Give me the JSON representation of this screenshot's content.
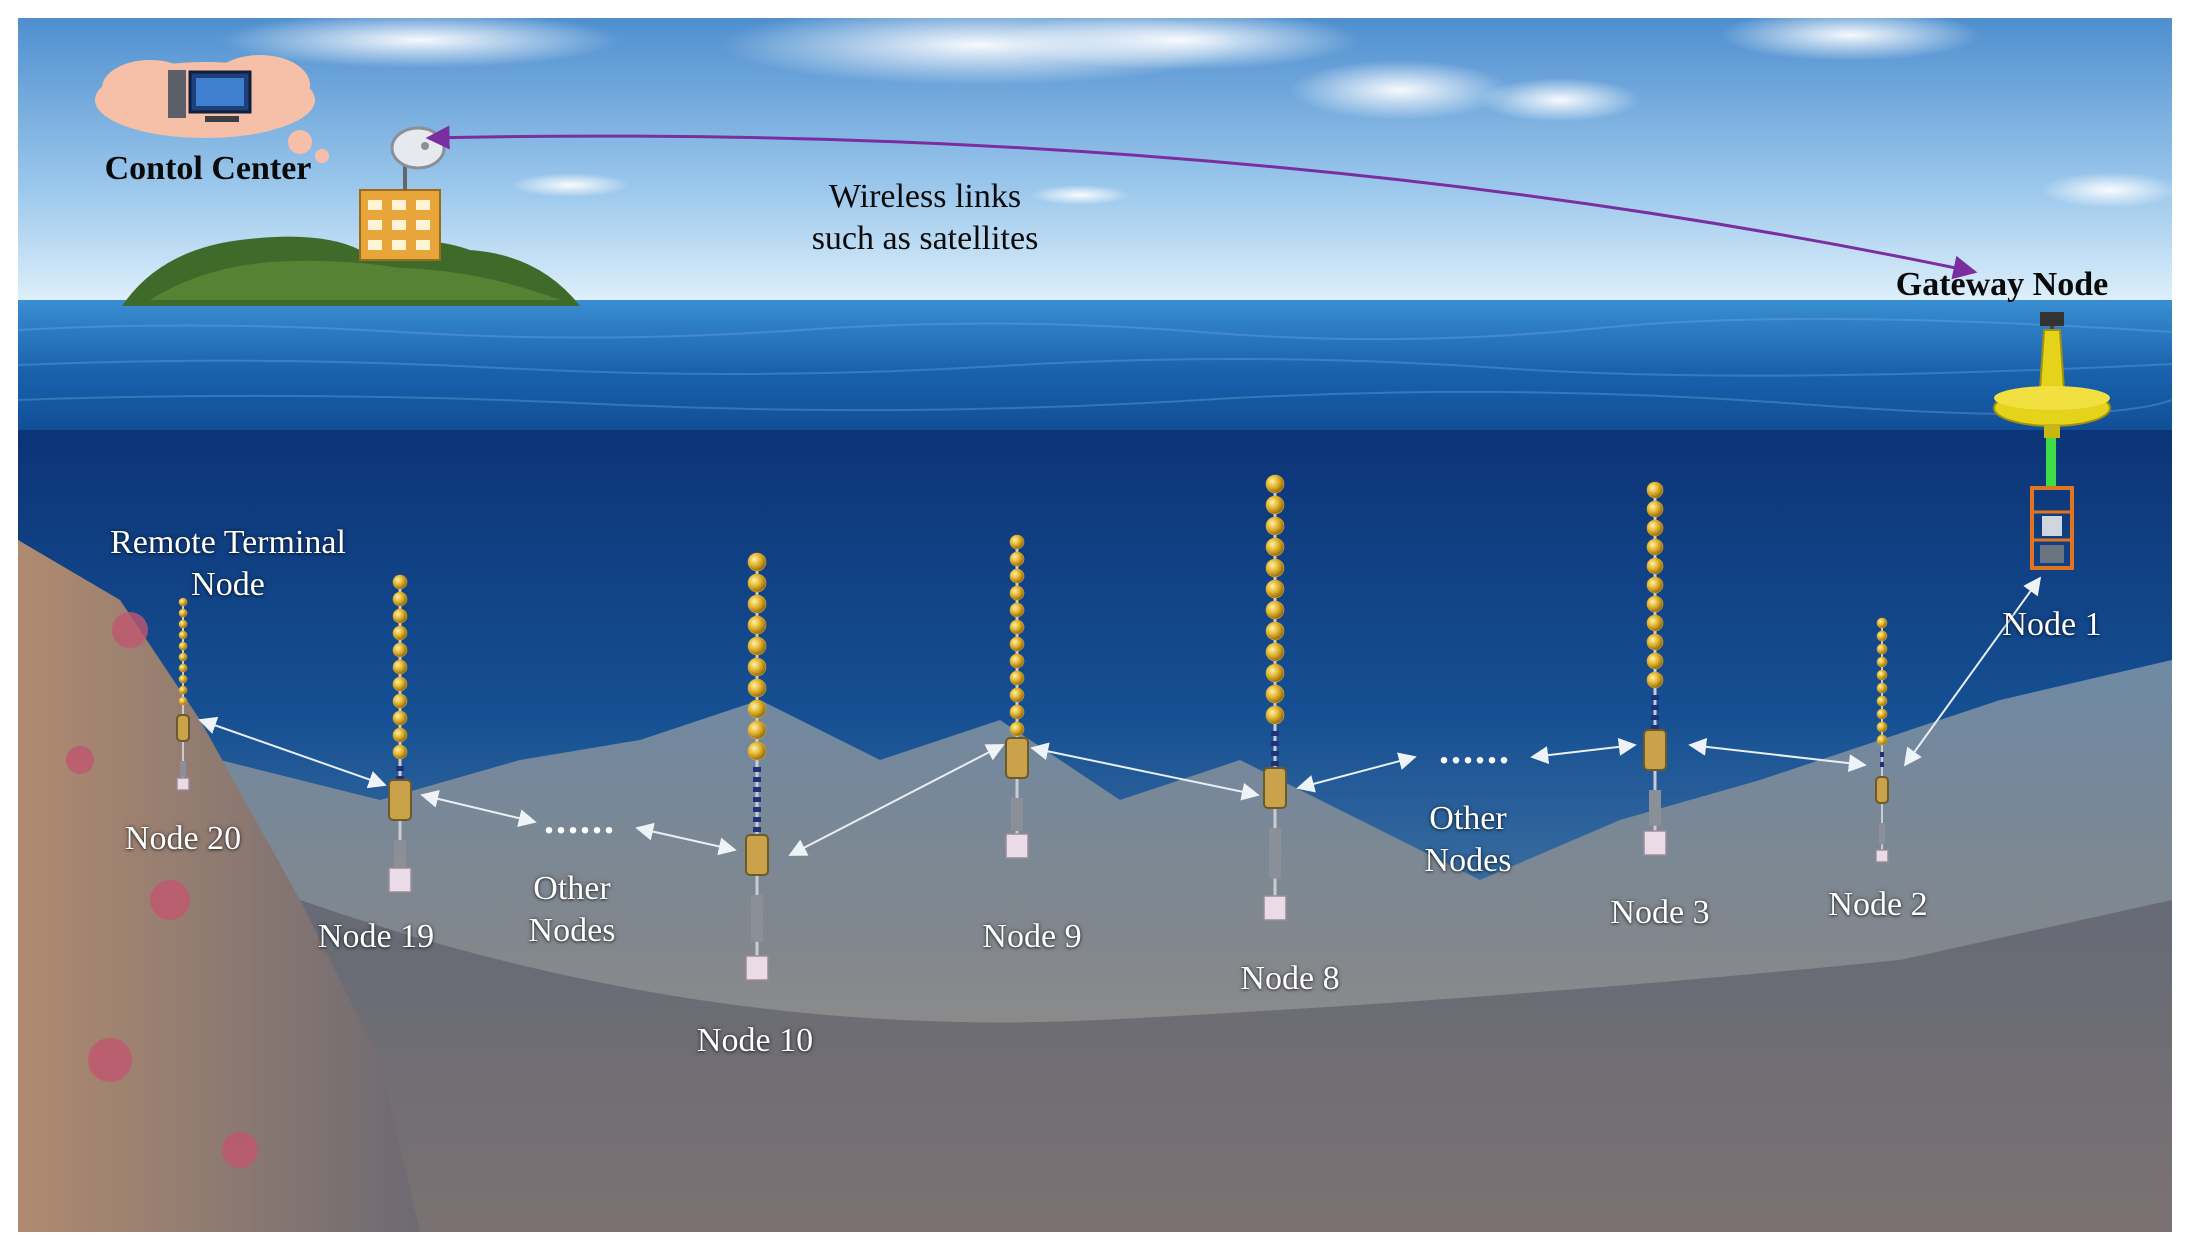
{
  "labels": {
    "control_center": "Contol Center",
    "wireless_line1": "Wireless links",
    "wireless_line2": "such as satellites",
    "gateway_node": "Gateway Node",
    "remote_line1": "Remote Terminal",
    "remote_line2": "Node",
    "other_nodes_line1": "Other",
    "other_nodes_line2": "Nodes",
    "ellipsis": "......"
  },
  "nodes": [
    {
      "id": "node-1",
      "label": "Node 1"
    },
    {
      "id": "node-2",
      "label": "Node 2"
    },
    {
      "id": "node-3",
      "label": "Node 3"
    },
    {
      "id": "node-8",
      "label": "Node 8"
    },
    {
      "id": "node-9",
      "label": "Node 9"
    },
    {
      "id": "node-10",
      "label": "Node 10"
    },
    {
      "id": "node-19",
      "label": "Node 19"
    },
    {
      "id": "node-20",
      "label": "Node 20"
    }
  ],
  "colors": {
    "sky_top": "#5f9ed6",
    "sky_bottom": "#d8ecfb",
    "sea_surface": "#1f6fb8",
    "deep_water": "#0f3f86",
    "seabed": "#7d8a94",
    "float": "#d9a92a",
    "satellite_link": "#7a2ea0",
    "acoustic_link": "#e8eef5",
    "island": "#3f6b2a",
    "buoy": "#e5d21a"
  }
}
